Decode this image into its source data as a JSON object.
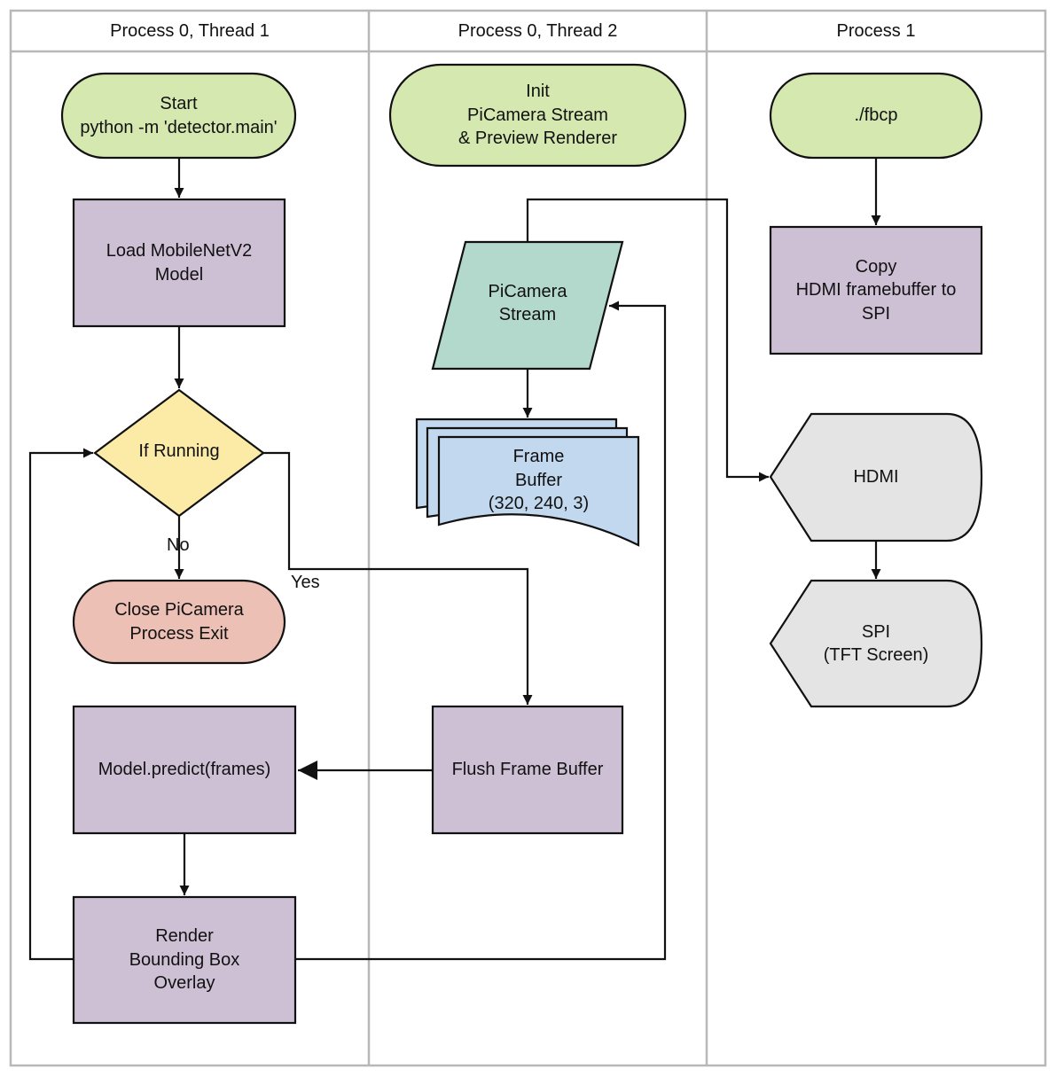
{
  "lanes": [
    {
      "title": "Process 0, Thread 1"
    },
    {
      "title": "Process 0, Thread 2"
    },
    {
      "title": "Process 1"
    }
  ],
  "nodes": {
    "start": {
      "text": "Start\npython -m 'detector.main'"
    },
    "load_model": {
      "text": "Load MobileNetV2\nModel"
    },
    "if_running": {
      "text": "If Running"
    },
    "close": {
      "text": "Close PiCamera\nProcess Exit"
    },
    "predict": {
      "text": "Model.predict(frames)"
    },
    "render": {
      "text": "Render\nBounding Box\nOverlay"
    },
    "init": {
      "text": "Init\nPiCamera Stream\n& Preview Renderer"
    },
    "picamera_stream": {
      "text": "PiCamera\nStream"
    },
    "frame_buffer": {
      "text": "Frame\nBuffer\n(320, 240, 3)"
    },
    "flush": {
      "text": "Flush Frame Buffer"
    },
    "fbcp": {
      "text": "./fbcp"
    },
    "copy": {
      "text": "Copy\nHDMI framebuffer to\nSPI"
    },
    "hdmi": {
      "text": "HDMI"
    },
    "spi": {
      "text": "SPI\n(TFT Screen)"
    }
  },
  "edge_labels": {
    "no": "No",
    "yes": "Yes"
  },
  "colors": {
    "terminal_green": "#d5e8b0",
    "process_purple": "#cdc0d5",
    "decision_yellow": "#fbeba7",
    "terminal_red": "#ecc0b5",
    "io_teal": "#b3d8cc",
    "buffer_blue": "#c2d8ee",
    "display_gray": "#e4e4e4",
    "stroke": "#111111",
    "lane_border": "#b8b8b8"
  }
}
